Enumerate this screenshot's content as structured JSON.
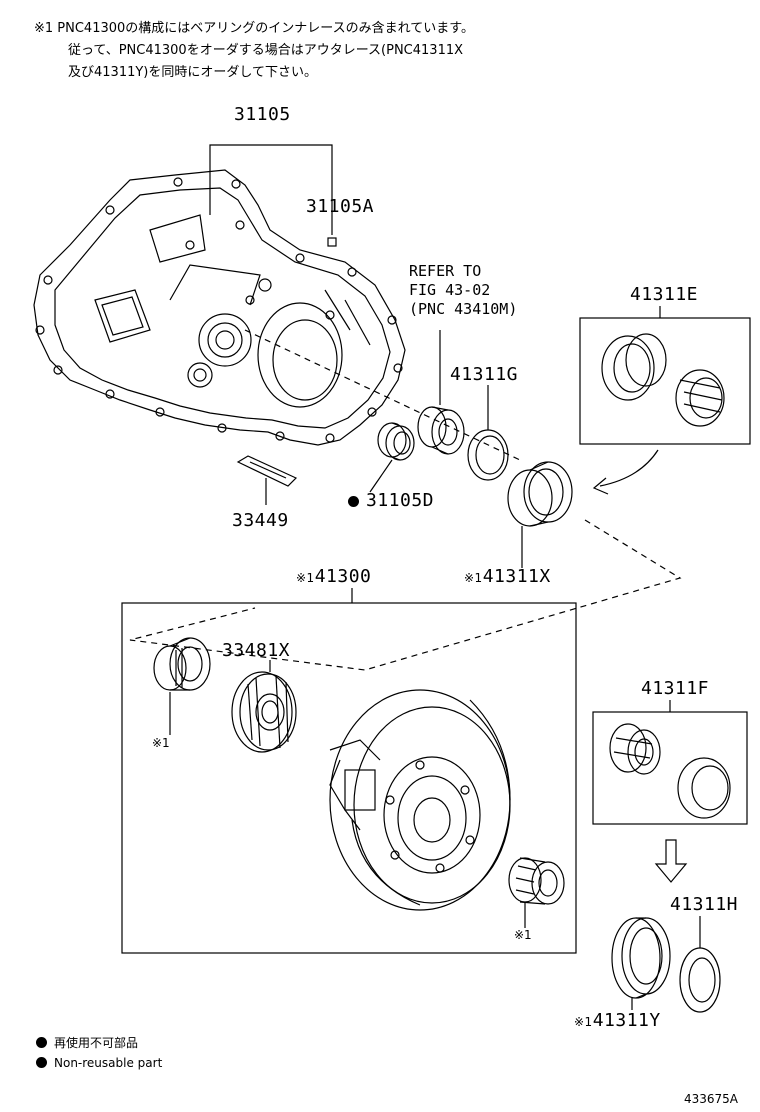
{
  "notes": {
    "line1": "※1 PNC41300の構成にはベアリングのインナレースのみ含まれています。",
    "line2": "従って、PNC41300をオーダする場合はアウタレース(PNC41311X",
    "line3": "及び41311Y)を同時にオーダして下さい。"
  },
  "parts": {
    "p31105": "31105",
    "p31105A": "31105A",
    "refer_line1": "REFER TO",
    "refer_line2": "FIG 43-02",
    "refer_line3": "(PNC 43410M)",
    "p41311G": "41311G",
    "p41311E": "41311E",
    "p33449": "33449",
    "p31105D": "31105D",
    "p41311X": "41311X",
    "p41300": "41300",
    "p33481X": "33481X",
    "p41311F": "41311F",
    "p41311H": "41311H",
    "p41311Y": "41311Y"
  },
  "marks": {
    "note_mark": "※1",
    "note_mark_small": "※1"
  },
  "legend": {
    "line_jp": "再使用不可部品",
    "line_en": "Non-reusable part"
  },
  "figure_number": "433675A"
}
